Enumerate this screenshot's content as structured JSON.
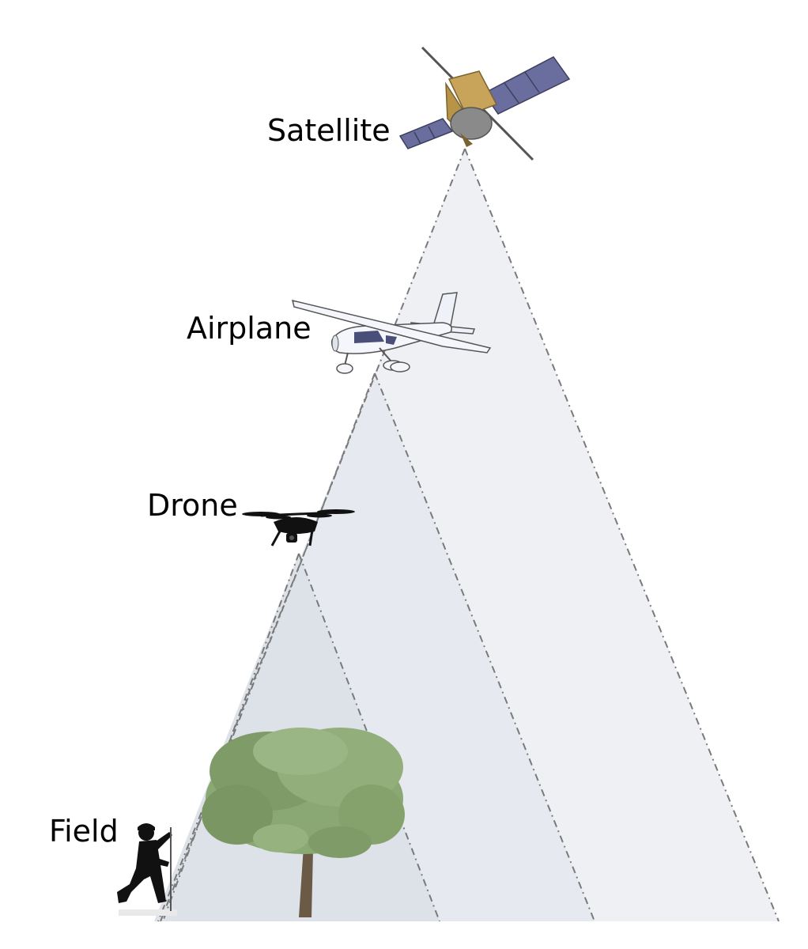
{
  "labels": {
    "satellite": "Satellite",
    "airplane": "Airplane",
    "drone": "Drone",
    "field": "Field"
  },
  "edge_glyph": "/",
  "colors": {
    "cone_satellite": "#eef0f4",
    "cone_airplane": "#e6e9ef",
    "cone_drone": "#dde1e8",
    "boundary_line": "#7a7a7a",
    "satellite_body": "#c8a45a",
    "solar_panel": "#6a6e9e",
    "airplane_body": "#f4f6fb",
    "airplane_window": "#4a4f7a",
    "silhouette": "#111111",
    "tree_leaves": "#7f9c68",
    "tree_trunk": "#6b5a45"
  },
  "icons": {
    "satellite": "satellite-icon",
    "airplane": "airplane-icon",
    "drone": "drone-icon",
    "tree": "tree-icon",
    "field_worker": "person-kneeling-icon"
  }
}
